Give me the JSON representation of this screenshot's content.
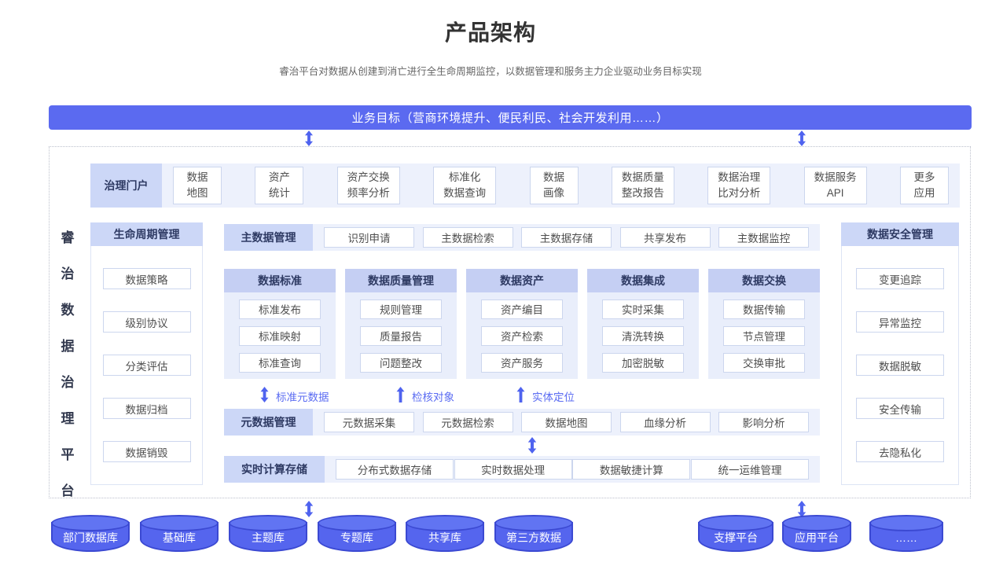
{
  "page": {
    "title": "产品架构",
    "subtitle": "睿治平台对数据从创建到消亡进行全生命周期监控，以数据管理和服务主力企业驱动业务目标实现"
  },
  "banner": {
    "label": "业务目标（营商环境提升、便民利民、社会开发利用……）"
  },
  "platform": {
    "chars": [
      "睿",
      "治",
      "数",
      "据",
      "治",
      "理",
      "平",
      "台"
    ]
  },
  "portal": {
    "header": "治理门户",
    "items": [
      {
        "l1": "数据",
        "l2": "地图"
      },
      {
        "l1": "资产",
        "l2": "统计"
      },
      {
        "l1": "资产交换",
        "l2": "频率分析"
      },
      {
        "l1": "标准化",
        "l2": "数据查询"
      },
      {
        "l1": "数据",
        "l2": "画像"
      },
      {
        "l1": "数据质量",
        "l2": "整改报告"
      },
      {
        "l1": "数据治理",
        "l2": "比对分析"
      },
      {
        "l1": "数据服务",
        "l2": "API"
      },
      {
        "l1": "更多",
        "l2": "应用"
      }
    ]
  },
  "lifecycle": {
    "header": "生命周期管理",
    "items": [
      "数据策略",
      "级别协议",
      "分类评估",
      "数据归档",
      "数据销毁"
    ]
  },
  "master": {
    "header": "主数据管理",
    "items": [
      "识别申请",
      "主数据检索",
      "主数据存储",
      "共享发布",
      "主数据监控"
    ]
  },
  "grid": {
    "columns": [
      {
        "header": "数据标准",
        "items": [
          "标准发布",
          "标准映射",
          "标准查询"
        ]
      },
      {
        "header": "数据质量管理",
        "items": [
          "规则管理",
          "质量报告",
          "问题整改"
        ]
      },
      {
        "header": "数据资产",
        "items": [
          "资产编目",
          "资产检索",
          "资产服务"
        ]
      },
      {
        "header": "数据集成",
        "items": [
          "实时采集",
          "清洗转换",
          "加密脱敏"
        ]
      },
      {
        "header": "数据交换",
        "items": [
          "数据传输",
          "节点管理",
          "交换审批"
        ]
      }
    ]
  },
  "connectors": {
    "labels": [
      "标准元数据",
      "检核对象",
      "实体定位"
    ]
  },
  "meta": {
    "header": "元数据管理",
    "items": [
      "元数据采集",
      "元数据检索",
      "数据地图",
      "血缘分析",
      "影响分析"
    ]
  },
  "realtime": {
    "header": "实时计算存储",
    "items": [
      "分布式数据存储",
      "实时数据处理",
      "数据敏捷计算",
      "统一运维管理"
    ]
  },
  "security": {
    "header": "数据安全管理",
    "items": [
      "变更追踪",
      "异常监控",
      "数据脱敏",
      "安全传输",
      "去隐私化"
    ]
  },
  "databases": {
    "left": [
      "部门数据库",
      "基础库",
      "主题库",
      "专题库",
      "共享库",
      "第三方数据"
    ],
    "right": [
      "支撑平台",
      "应用平台",
      "……"
    ]
  },
  "colors": {
    "accent": "#5b6af0",
    "header_bg": "#ccd7f7",
    "grid_header_bg": "#c5cff3",
    "row_bg": "#edf1fc",
    "grid_body_bg": "#e9eefb",
    "cylinder_fill": "#5565ee",
    "cylinder_border": "#3b49d2",
    "arrow": "#4f63ef",
    "connector_text": "#5b6cf2"
  }
}
